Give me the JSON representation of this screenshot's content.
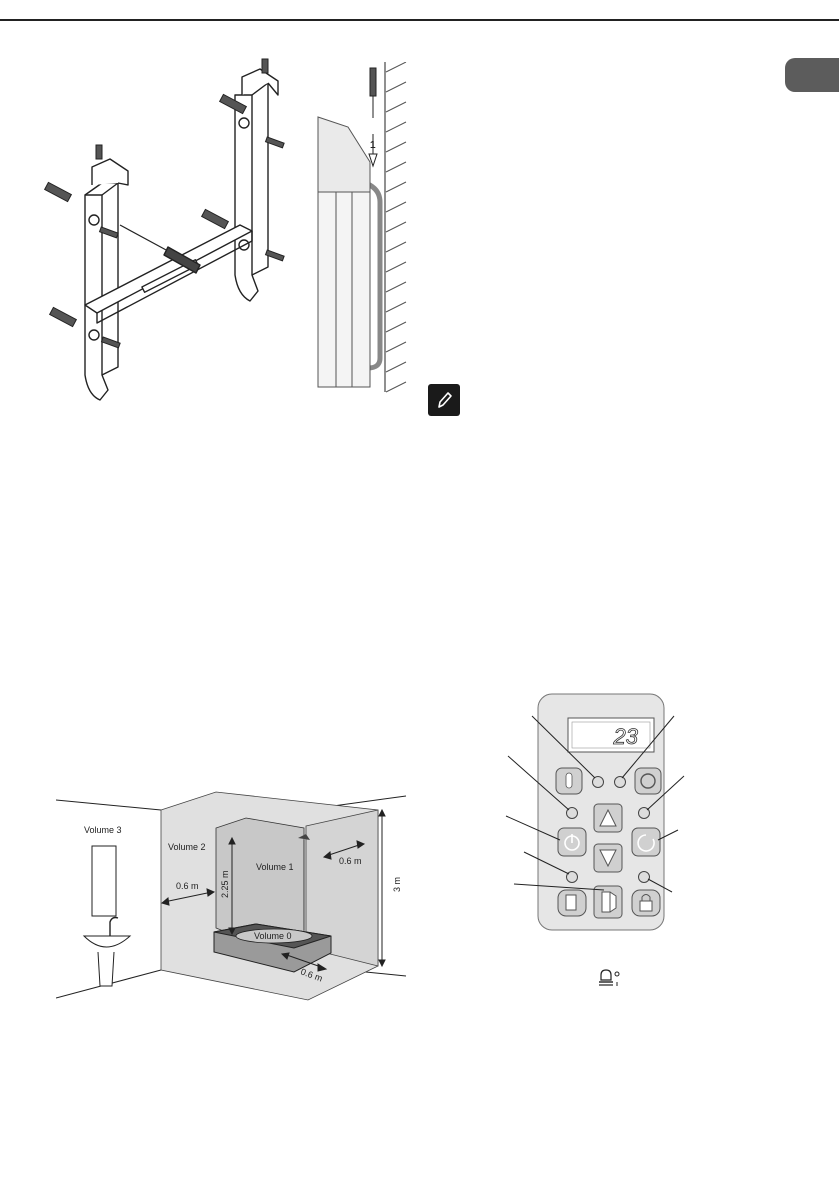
{
  "bathroom_diagram": {
    "zones": {
      "volume_0": "Volume 0",
      "volume_1": "Volume 1",
      "volume_2": "Volume 2",
      "volume_3": "Volume 3"
    },
    "dimensions": {
      "height_shower": "2.25 m",
      "room_height": "3 m",
      "clearance_side": "0.6 m",
      "clearance_front": "0.6 m",
      "clearance_wall": "0.6 m"
    }
  },
  "control_panel": {
    "display_value": "23"
  },
  "colors": {
    "panel_bg": "#e6e6e6",
    "zone_dark": "#cfcfcf",
    "zone_light": "#e2e2e2",
    "tab": "#5c5c5c"
  }
}
